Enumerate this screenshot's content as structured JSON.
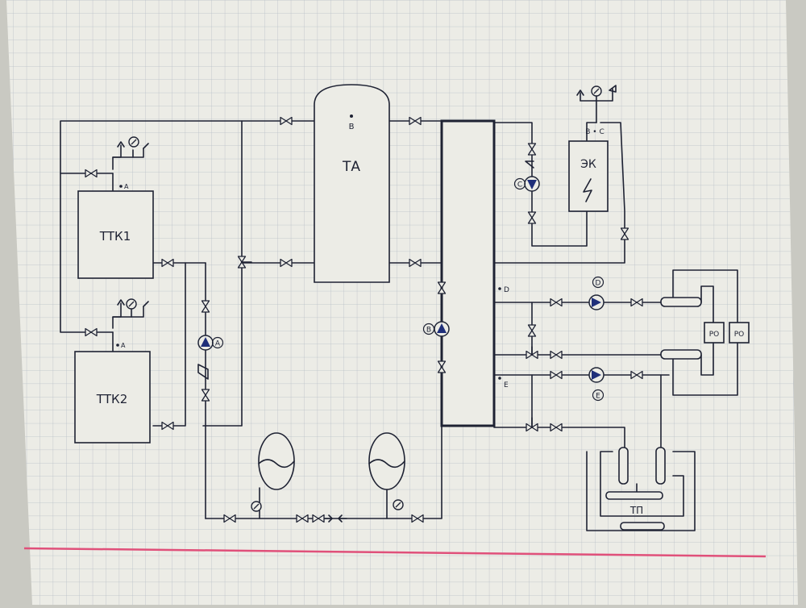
{
  "labels": {
    "ta": "ТА",
    "ttk1": "ТТК1",
    "ttk2": "ТТК2",
    "ek": "ЭК",
    "tp": "ТП",
    "ro1": "РО",
    "ro2": "РО",
    "b_ta": "B",
    "a1": "A",
    "a2": "A",
    "bc": "B • C",
    "d": "D",
    "e": "E",
    "pump_a": "A",
    "pump_b": "B",
    "pump_c": "C",
    "pump_d": "D",
    "pump_e": "E"
  },
  "colors": {
    "ink": "#1e2233",
    "pump_fill": "#1f2f7a",
    "margin_line": "#e0507a",
    "paper": "#ecece6",
    "grid": "#b8bfc8"
  },
  "icons": [
    "valve-icon",
    "pump-icon",
    "three-way-valve-icon",
    "pressure-gauge-icon",
    "safety-valve-icon",
    "air-vent-icon",
    "expansion-tank-icon",
    "filter-icon",
    "heating-element-icon"
  ]
}
